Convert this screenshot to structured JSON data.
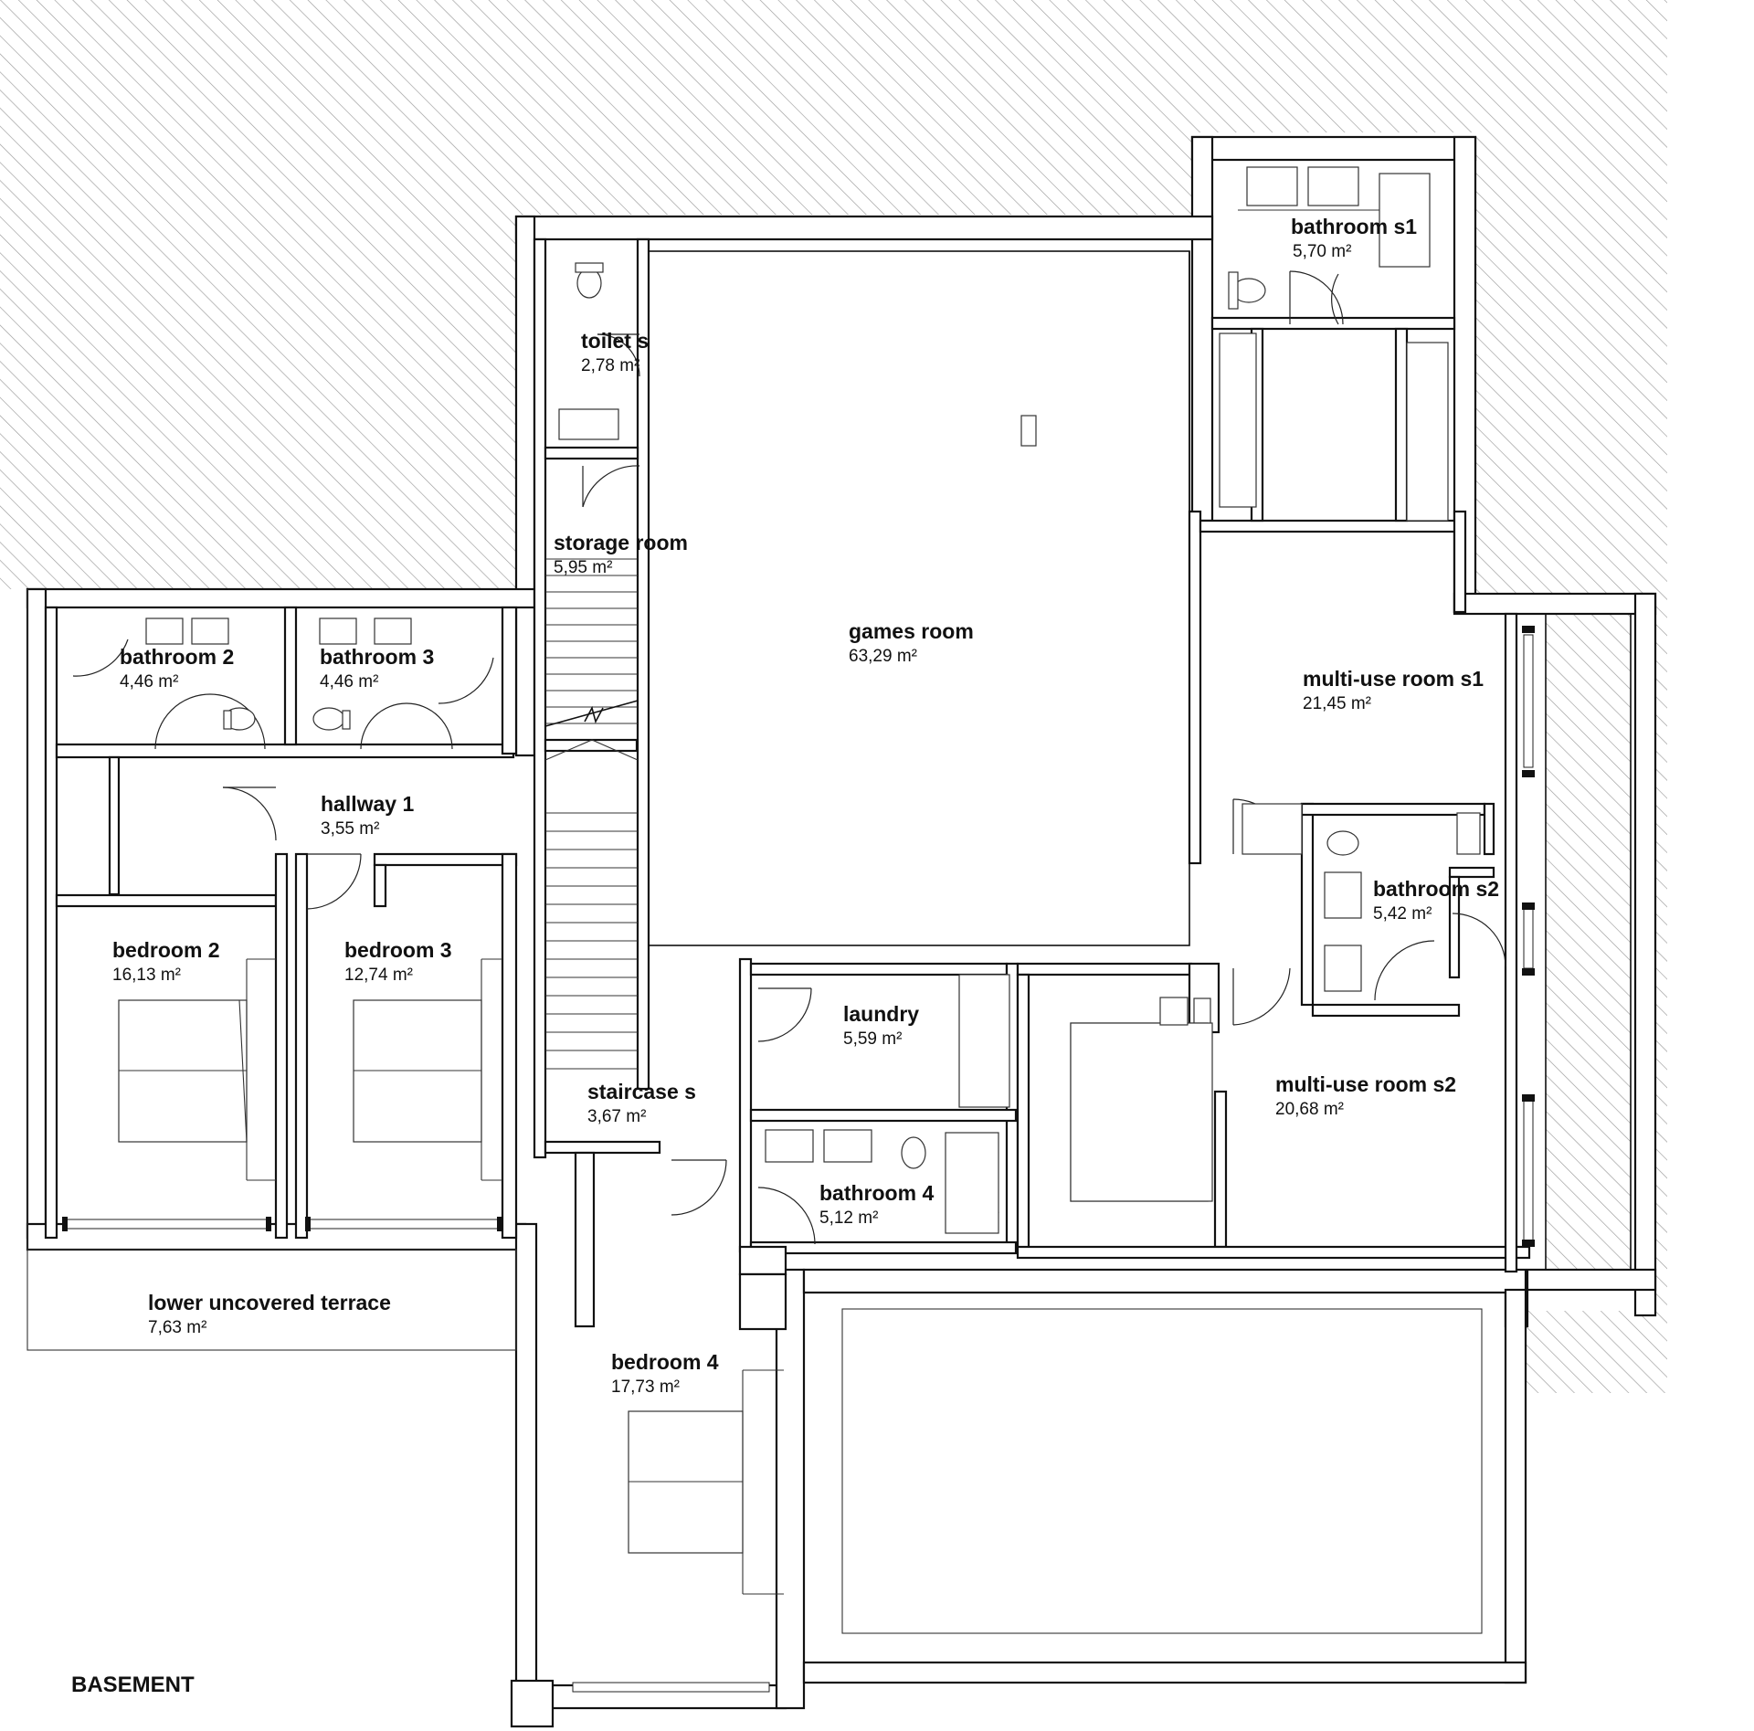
{
  "plan_title": "BASEMENT",
  "rooms": {
    "bathroom_s1": {
      "name": "bathroom s1",
      "area": "5,70 m²"
    },
    "toilet_s": {
      "name": "toilet s",
      "area": "2,78 m²"
    },
    "storage_room": {
      "name": "storage room",
      "area": "5,95 m²"
    },
    "games_room": {
      "name": "games room",
      "area": "63,29 m²"
    },
    "multi_use_room_s1": {
      "name": "multi-use room s1",
      "area": "21,45 m²"
    },
    "bathroom_2": {
      "name": "bathroom 2",
      "area": "4,46 m²"
    },
    "bathroom_3": {
      "name": "bathroom 3",
      "area": "4,46 m²"
    },
    "hallway_1": {
      "name": "hallway 1",
      "area": "3,55 m²"
    },
    "bedroom_2": {
      "name": "bedroom 2",
      "area": "16,13 m²"
    },
    "bedroom_3": {
      "name": "bedroom 3",
      "area": "12,74 m²"
    },
    "bathroom_s2": {
      "name": "bathroom s2",
      "area": "5,42 m²"
    },
    "laundry": {
      "name": "laundry",
      "area": "5,59 m²"
    },
    "multi_use_room_s2": {
      "name": "multi-use room s2",
      "area": "20,68 m²"
    },
    "staircase_s": {
      "name": "staircase s",
      "area": "3,67 m²"
    },
    "bathroom_4": {
      "name": "bathroom 4",
      "area": "5,12 m²"
    },
    "lower_uncovered_terrace": {
      "name": "lower uncovered terrace",
      "area": "7,63 m²"
    },
    "bedroom_4": {
      "name": "bedroom 4",
      "area": "17,73 m²"
    }
  }
}
